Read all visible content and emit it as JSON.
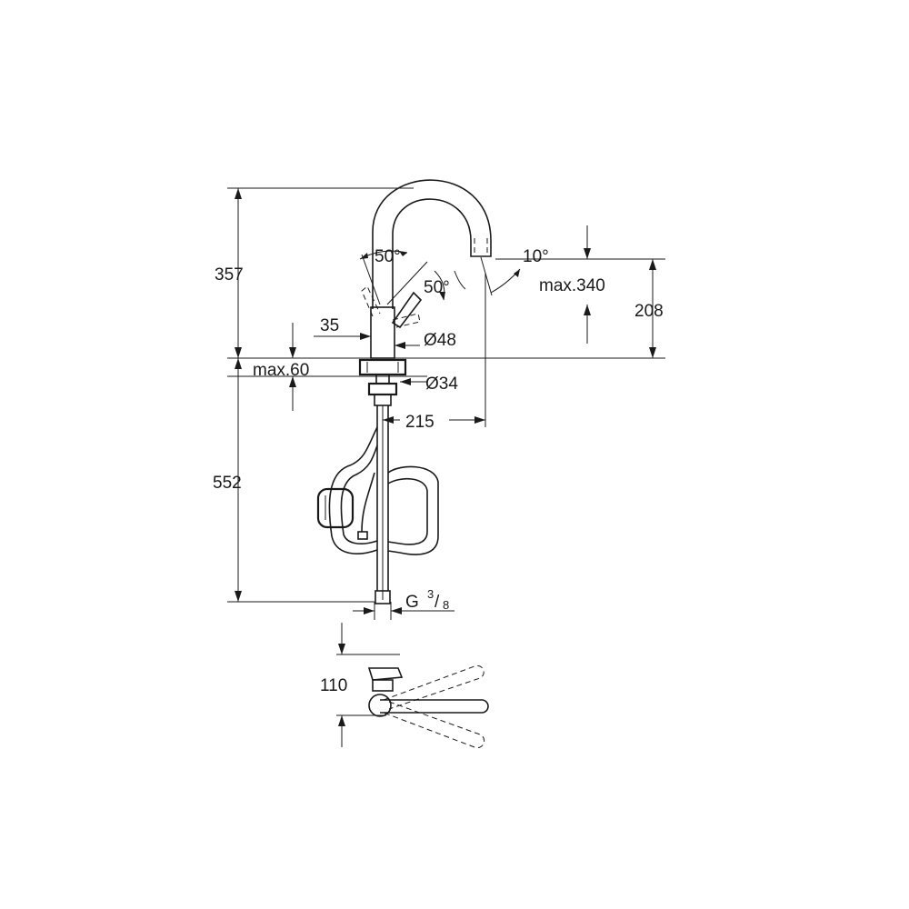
{
  "dimensions": {
    "height_above_deck": "357",
    "height_below_deck": "552",
    "spout_outlet_height": "208",
    "max_outlet": "max.340",
    "base_offset": "35",
    "base_diameter": "Ø48",
    "deck_thickness": "max.60",
    "hole_diameter": "Ø34",
    "spout_reach": "215",
    "lever_angle_top": "50°",
    "lever_angle_side": "50°",
    "spout_tilt": "10°",
    "connection_thread_prefix": "G",
    "connection_thread_num": "3",
    "connection_thread_den": "8",
    "top_view_depth": "110"
  }
}
